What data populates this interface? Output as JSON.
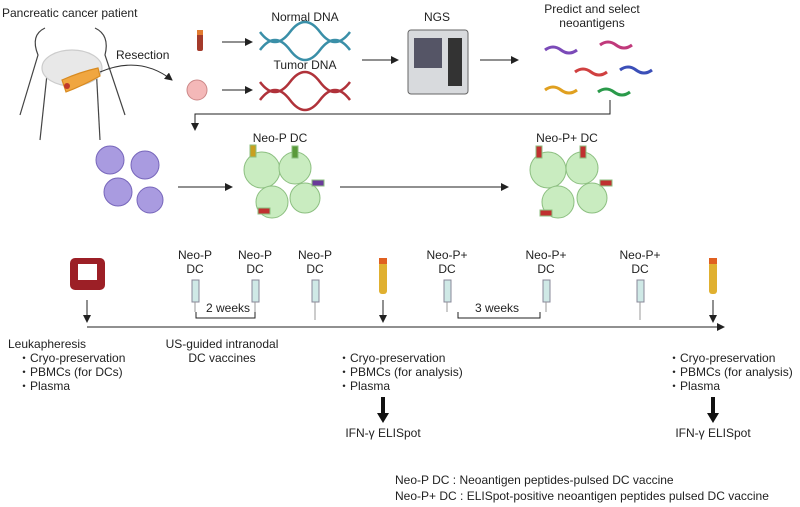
{
  "top": {
    "patient": "Pancreatic cancer patient",
    "resection": "Resection",
    "normal_dna": "Normal DNA",
    "tumor_dna": "Tumor DNA",
    "ngs": "NGS",
    "predict_l1": "Predict and select",
    "predict_l2": "neoantigens"
  },
  "middle": {
    "neo_p_dc": "Neo-P DC",
    "neo_pplus_dc": "Neo-P+ DC"
  },
  "timeline": {
    "vaccine_p": [
      "Neo-P",
      "DC"
    ],
    "vaccine_pplus": [
      "Neo-P+",
      "DC"
    ],
    "interval1": "2 weeks",
    "interval2": "3 weeks",
    "leuk": {
      "title": "Leukapheresis",
      "items": [
        "・Cryo-preservation",
        "・PBMCs (for DCs)",
        "・Plasma"
      ]
    },
    "vaccines": [
      "US-guided intranodal",
      "DC vaccines"
    ],
    "mid": {
      "items": [
        "・Cryo-preservation",
        "・PBMCs (for analysis)",
        "・Plasma"
      ],
      "assay": "IFN-γ ELISpot"
    },
    "end": {
      "items": [
        "・Cryo-preservation",
        "・PBMCs (for analysis)",
        "・Plasma"
      ],
      "assay": "IFN-γ ELISpot"
    }
  },
  "legend": [
    "Neo-P DC : Neoantigen peptides-pulsed DC vaccine",
    "Neo-P+ DC : ELISpot-positive neoantigen peptides pulsed DC vaccine"
  ],
  "colors": {
    "normal_dna": "#3a8fa8",
    "tumor_dna": "#b0323a",
    "dc": "#c9ecc0",
    "cell": "#a99be0",
    "bag": "#9c1f26"
  }
}
